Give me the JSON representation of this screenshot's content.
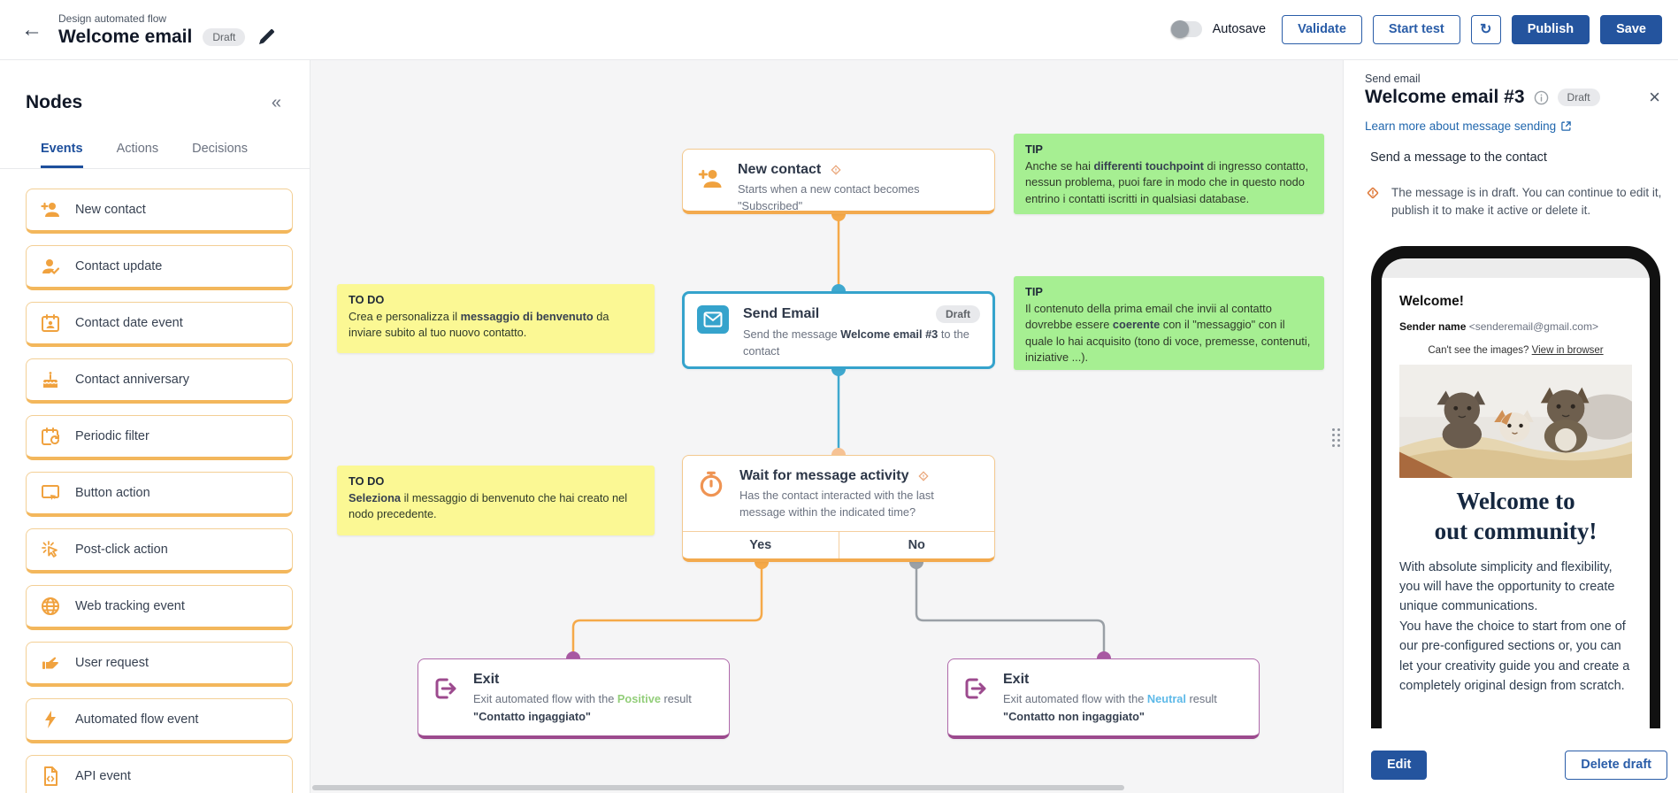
{
  "header": {
    "breadcrumb": "Design automated flow",
    "title": "Welcome email",
    "status_badge": "Draft",
    "autosave_label": "Autosave",
    "validate_label": "Validate",
    "start_test_label": "Start test",
    "publish_label": "Publish",
    "save_label": "Save"
  },
  "sidebar": {
    "title": "Nodes",
    "tabs": [
      {
        "label": "Events",
        "active": true
      },
      {
        "label": "Actions",
        "active": false
      },
      {
        "label": "Decisions",
        "active": false
      }
    ],
    "items": [
      {
        "label": "New contact",
        "icon": "person-plus-icon"
      },
      {
        "label": "Contact update",
        "icon": "person-check-icon"
      },
      {
        "label": "Contact date event",
        "icon": "calendar-person-icon"
      },
      {
        "label": "Contact anniversary",
        "icon": "cake-icon"
      },
      {
        "label": "Periodic filter",
        "icon": "calendar-refresh-icon"
      },
      {
        "label": "Button action",
        "icon": "monitor-pointer-icon"
      },
      {
        "label": "Post-click action",
        "icon": "click-cursor-icon"
      },
      {
        "label": "Web tracking event",
        "icon": "globe-icon"
      },
      {
        "label": "User request",
        "icon": "hand-icon"
      },
      {
        "label": "Automated flow event",
        "icon": "bolt-icon"
      },
      {
        "label": "API event",
        "icon": "file-code-icon"
      }
    ]
  },
  "canvas": {
    "nodes": {
      "new_contact": {
        "title": "New contact",
        "desc": "Starts when a new contact becomes \"Subscribed\""
      },
      "send_email": {
        "title": "Send Email",
        "badge": "Draft",
        "desc_parts": [
          {
            "t": "Send the message "
          },
          {
            "t": "Welcome email #3",
            "b": 1
          },
          {
            "t": " to the contact"
          }
        ]
      },
      "wait": {
        "title": "Wait for message activity",
        "desc": "Has the contact interacted with the last message within the indicated time?",
        "yes_label": "Yes",
        "no_label": "No"
      },
      "exit_left": {
        "title": "Exit",
        "desc_parts": [
          {
            "t": "Exit automated flow with the "
          },
          {
            "t": "Positive",
            "b": 1,
            "c": "#93ce7a"
          },
          {
            "t": " result"
          }
        ],
        "result": "\"Contatto ingaggiato\""
      },
      "exit_right": {
        "title": "Exit",
        "desc_parts": [
          {
            "t": "Exit automated flow with the "
          },
          {
            "t": "Neutral",
            "b": 1,
            "c": "#5db9e8"
          },
          {
            "t": " result"
          }
        ],
        "result": "\"Contatto non ingaggiato\""
      }
    },
    "notes": {
      "tip_label": "TIP",
      "todo_label": "TO DO",
      "tip1_parts": [
        {
          "t": "Anche se hai "
        },
        {
          "t": "differenti touchpoint",
          "b": 1
        },
        {
          "t": " di ingresso contatto, nessun problema, puoi fare in modo che in questo nodo entrino i contatti iscritti in qualsiasi database."
        }
      ],
      "tip2_parts": [
        {
          "t": "Il contenuto della prima email che invii al contatto dovrebbe essere "
        },
        {
          "t": "coerente",
          "b": 1
        },
        {
          "t": " con il \"messaggio\" con il quale lo hai acquisito (tono di voce, premesse, contenuti, iniziative ...)."
        }
      ],
      "todo1_parts": [
        {
          "t": "Crea e personalizza il "
        },
        {
          "t": "messaggio di benvenuto",
          "b": 1
        },
        {
          "t": " da inviare subito al tuo nuovo contatto."
        }
      ],
      "todo2_parts": [
        {
          "t": "Seleziona",
          "b": 1
        },
        {
          "t": " il messaggio di benvenuto che hai creato nel nodo precedente."
        }
      ]
    }
  },
  "panel": {
    "kicker": "Send email",
    "title": "Welcome email #3",
    "status_badge": "Draft",
    "learn_link": "Learn more about message sending",
    "subtitle": "Send a message to the contact",
    "warning": "The message is in draft. You can continue to edit it, publish it to make it active or delete it.",
    "email_preview": {
      "heading": "Welcome!",
      "sender_label": "Sender name",
      "sender_email": "<senderemail@gmail.com>",
      "images_note": "Can't see the images?",
      "view_link": "View in browser",
      "headline_line1": "Welcome to",
      "headline_line2": "out community!",
      "body_p1": "With absolute simplicity and flexibility, you will have the opportunity to create unique communications.",
      "body_p2": "You have the choice to start from one of our pre-configured sections or, you can let your creativity guide you and create a completely original design from scratch."
    },
    "edit_label": "Edit",
    "delete_label": "Delete draft"
  },
  "colors": {
    "primary_blue": "#24549e",
    "outline_blue": "#2a5da8",
    "accent_orange": "#f5a949",
    "node_border_orange": "#f3c98f",
    "selected_blue": "#35a3cc",
    "exit_purple": "#9c4a8e",
    "note_yellow": "#fbf894",
    "note_green": "#a6ef92",
    "positive_green": "#93ce7a",
    "neutral_blue": "#5db9e8",
    "link_blue": "#2167ae",
    "gray_wire": "#9aa0a6"
  }
}
